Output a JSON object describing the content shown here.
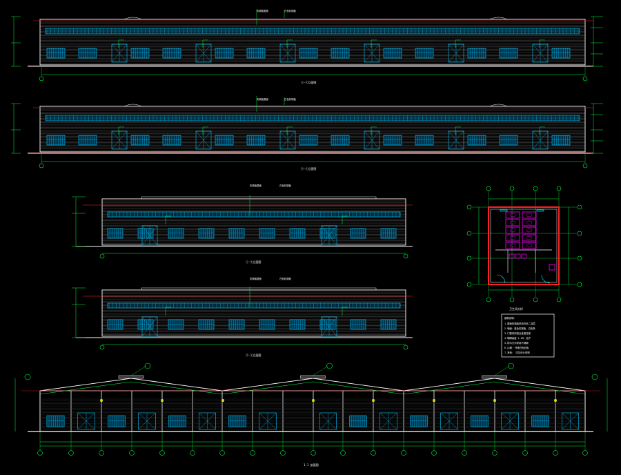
{
  "drawing": {
    "background": "#000000",
    "palette": {
      "wall": "#ffffff",
      "cladding": "#6b6b6b",
      "window": "#00c8ff",
      "dimension": "#00ff3c",
      "leader": "#00ff3c",
      "marker": "#ffffff",
      "roofline": "#ff2020",
      "yellow": "#ffff00",
      "magenta": "#ff00ff",
      "cyan": "#00ffff"
    },
    "views": [
      {
        "id": "elevation-1",
        "kind": "long-elevation",
        "title": "①-⑦立面图",
        "scale": "1:100",
        "top_label": "彩钢板屋面",
        "top_label2": "白色彩钢板",
        "bays": 6,
        "doors": 6
      },
      {
        "id": "elevation-2",
        "kind": "long-elevation",
        "title": "⑦-①立面图",
        "scale": "1:100",
        "top_label": "彩钢板屋面",
        "top_label2": "白色彩钢板",
        "bays": 6,
        "doors": 6
      },
      {
        "id": "elevation-3",
        "kind": "mid-elevation",
        "title": "①-⑦立面图",
        "scale": "1:100",
        "top_label": "彩钢板屋面",
        "top_label2": "白色彩钢板"
      },
      {
        "id": "elevation-4",
        "kind": "mid-elevation",
        "title": "⑦-①立面图",
        "scale": "1:100",
        "top_label": "彩钢板屋面",
        "top_label2": "白色彩钢板"
      },
      {
        "id": "toilet-plan",
        "kind": "plan",
        "title": "卫生间大样",
        "scale": "1:50"
      },
      {
        "id": "section-1-1",
        "kind": "section",
        "title": "1-1 剖面图",
        "scale": "1:100"
      }
    ],
    "grid_axes": [
      "1",
      "2",
      "3",
      "4",
      "5",
      "6",
      "7",
      "8",
      "9",
      "10",
      "11",
      "12",
      "13",
      "14",
      "15",
      "16",
      "17",
      "18",
      "19"
    ],
    "notes": {
      "heading": "建筑说明：",
      "lines": [
        "1.屋面彩钢板采用白色二涂层",
        "2.墙面：蓝色彩钢板、白色条",
        "3.门窗采用铝合金推拉窗",
        "4.勒脚高度 1.2M，支护",
        "5.排水天沟采用不锈钢",
        "6.山墙· 外墙白色彩板",
        "7.其他： 详见设计说明"
      ]
    }
  }
}
